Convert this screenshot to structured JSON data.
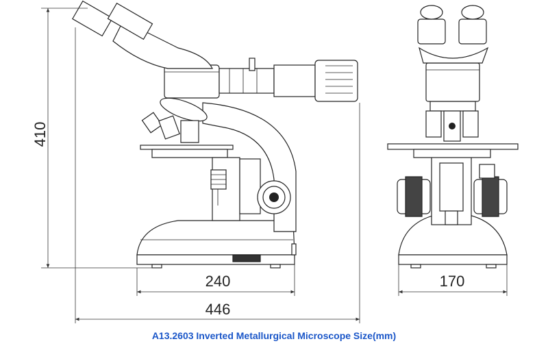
{
  "dimensions": {
    "height_label": "410",
    "base_width_label": "240",
    "total_width_label": "446",
    "side_width_label": "170"
  },
  "caption": "A13.2603 Inverted Metallurgical Microscope Size(mm)",
  "colors": {
    "caption": "#1a56c8",
    "line": "#222222"
  }
}
